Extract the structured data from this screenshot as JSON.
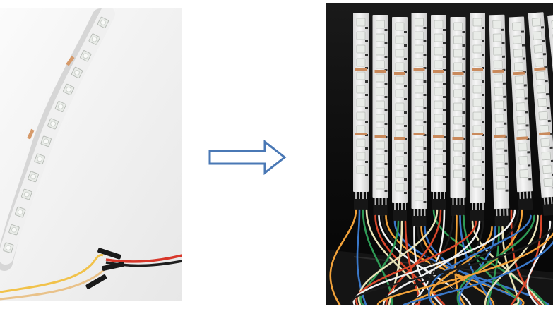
{
  "scene": {
    "left_image": {
      "subject": "single-led-strip-with-jumper-wires",
      "led_count": 14
    },
    "arrow": {
      "direction": "right",
      "fill": "#ffffff",
      "stroke": "#4a78b5"
    },
    "right_image": {
      "subject": "array-of-led-strips-on-black-board",
      "strip_count": 11,
      "wire_colors": [
        "#f2a23a",
        "#3a78c9",
        "#2e9a55",
        "#e8e2b8",
        "#d9472b",
        "#f0f0f0",
        "#1b1b1b"
      ]
    },
    "colors": {
      "strip_base": "#f4f4f4",
      "led_face": "#e9ece8",
      "led_rim": "#b9bdb8",
      "strip_shadow": "#c9c9c9",
      "background_right": "#111111"
    }
  }
}
